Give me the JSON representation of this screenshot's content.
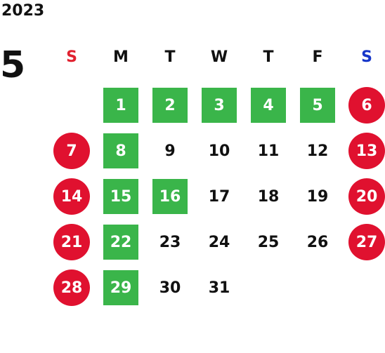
{
  "calendar": {
    "year": "2023",
    "month": "5",
    "weekdays": [
      "S",
      "M",
      "T",
      "W",
      "T",
      "F",
      "S"
    ],
    "colors": {
      "sunday_header": "#e1212f",
      "saturday_header": "#1636c9",
      "holiday_circle": "#e0112f",
      "green_box": "#3ab54a",
      "text": "#111111"
    },
    "weeks": [
      [
        {
          "label": "",
          "style": "empty"
        },
        {
          "label": "1",
          "style": "green"
        },
        {
          "label": "2",
          "style": "green"
        },
        {
          "label": "3",
          "style": "green"
        },
        {
          "label": "4",
          "style": "green"
        },
        {
          "label": "5",
          "style": "green"
        },
        {
          "label": "6",
          "style": "holiday"
        }
      ],
      [
        {
          "label": "7",
          "style": "holiday"
        },
        {
          "label": "8",
          "style": "green"
        },
        {
          "label": "9",
          "style": "plain"
        },
        {
          "label": "10",
          "style": "plain"
        },
        {
          "label": "11",
          "style": "plain"
        },
        {
          "label": "12",
          "style": "plain"
        },
        {
          "label": "13",
          "style": "holiday"
        }
      ],
      [
        {
          "label": "14",
          "style": "holiday"
        },
        {
          "label": "15",
          "style": "green"
        },
        {
          "label": "16",
          "style": "green"
        },
        {
          "label": "17",
          "style": "plain"
        },
        {
          "label": "18",
          "style": "plain"
        },
        {
          "label": "19",
          "style": "plain"
        },
        {
          "label": "20",
          "style": "holiday"
        }
      ],
      [
        {
          "label": "21",
          "style": "holiday"
        },
        {
          "label": "22",
          "style": "green"
        },
        {
          "label": "23",
          "style": "plain"
        },
        {
          "label": "24",
          "style": "plain"
        },
        {
          "label": "25",
          "style": "plain"
        },
        {
          "label": "26",
          "style": "plain"
        },
        {
          "label": "27",
          "style": "holiday"
        }
      ],
      [
        {
          "label": "28",
          "style": "holiday"
        },
        {
          "label": "29",
          "style": "green"
        },
        {
          "label": "30",
          "style": "plain"
        },
        {
          "label": "31",
          "style": "plain"
        },
        {
          "label": "",
          "style": "empty"
        },
        {
          "label": "",
          "style": "empty"
        },
        {
          "label": "",
          "style": "empty"
        }
      ]
    ]
  }
}
